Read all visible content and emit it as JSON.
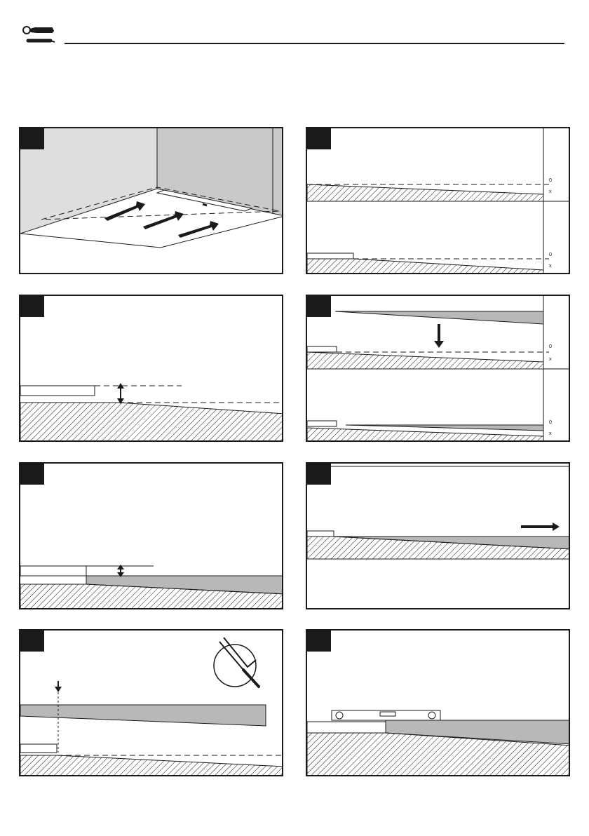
{
  "header": {
    "icon": "wrench-screwdriver-icon"
  },
  "steps": [
    {
      "id": "step-1",
      "label": ""
    },
    {
      "id": "step-2",
      "label": ""
    },
    {
      "id": "step-3",
      "label": ""
    },
    {
      "id": "step-4",
      "label": ""
    },
    {
      "id": "step-5",
      "label": ""
    },
    {
      "id": "step-6",
      "label": ""
    },
    {
      "id": "step-7",
      "label": ""
    },
    {
      "id": "step-8",
      "label": ""
    }
  ],
  "dimension_labels": {
    "zero": "0",
    "x": "x"
  },
  "colors": {
    "ink": "#1a1a1a",
    "wall_left": "#dedede",
    "wall_right": "#c9c9c9",
    "profile_fill": "#b8b8b8"
  }
}
